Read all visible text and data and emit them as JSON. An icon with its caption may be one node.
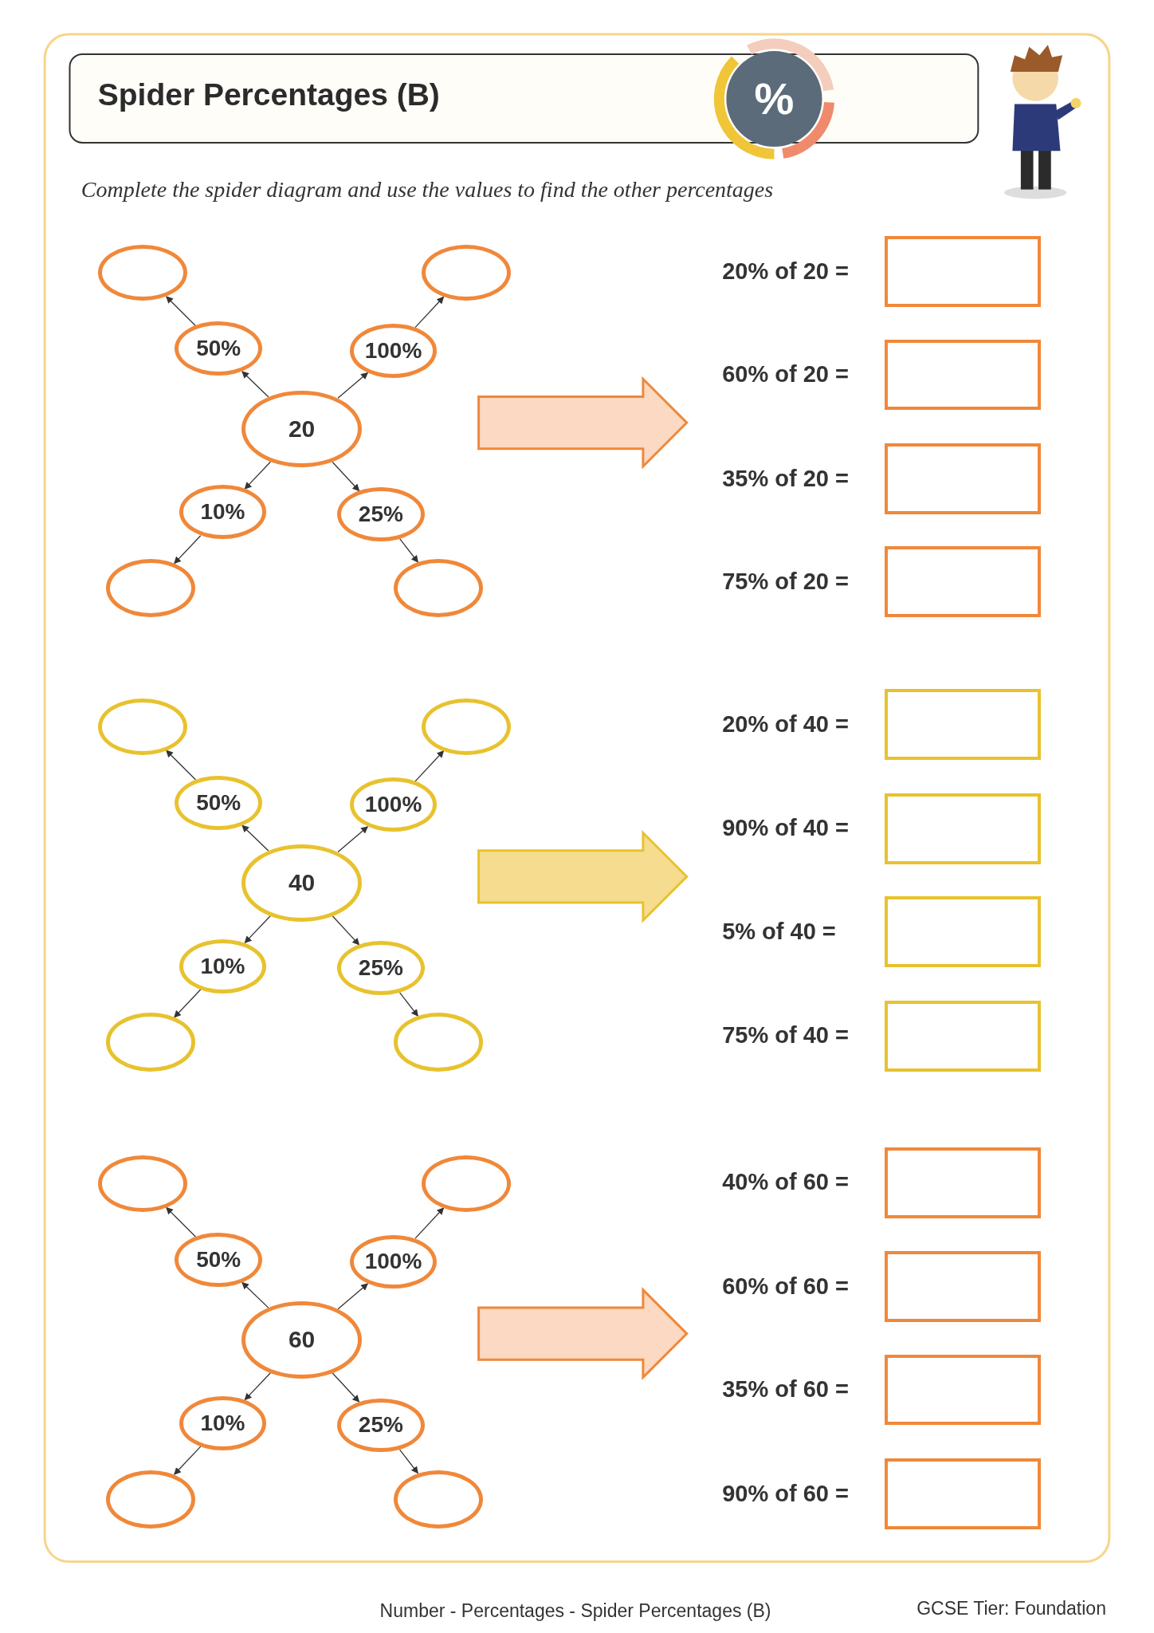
{
  "diagram": {
    "title": "Spider Percentages (B)",
    "nodes": [
      {
        "text": [
          "20"
        ]
      },
      {
        "text": [
          "50%"
        ]
      },
      {
        "text": [
          "100%"
        ]
      },
      {
        "text": [
          "10%"
        ]
      },
      {
        "text": [
          "25%"
        ]
      },
      {
        "text": [],
        "shape": "ellipse"
      },
      {
        "text": [],
        "shape": "ellipse"
      },
      {
        "text": [],
        "shape": "ellipse"
      },
      {
        "text": [],
        "shape": "ellipse"
      },
      {
        "text": [
          "40"
        ]
      },
      {
        "text": [
          "50%"
        ]
      },
      {
        "text": [
          "100%"
        ]
      },
      {
        "text": [
          "10%"
        ]
      },
      {
        "text": [
          "25%"
        ]
      },
      {
        "text": [],
        "shape": "ellipse"
      },
      {
        "text": [],
        "shape": "ellipse"
      },
      {
        "text": [],
        "shape": "ellipse"
      },
      {
        "text": [],
        "shape": "ellipse"
      },
      {
        "text": [
          "60"
        ]
      },
      {
        "text": [
          "50%"
        ]
      },
      {
        "text": [
          "100%"
        ]
      },
      {
        "text": [
          "10%"
        ]
      },
      {
        "text": [
          "25%"
        ]
      },
      {
        "text": [],
        "shape": "ellipse"
      },
      {
        "text": [],
        "shape": "ellipse"
      },
      {
        "text": [],
        "shape": "ellipse"
      },
      {
        "text": [],
        "shape": "ellipse"
      }
    ],
    "edges": [
      {
        "from": 0,
        "to": 1,
        "arrow": "to"
      },
      {
        "from": 0,
        "to": 2,
        "arrow": "to"
      },
      {
        "from": 0,
        "to": 3,
        "arrow": "to"
      },
      {
        "from": 0,
        "to": 4,
        "arrow": "to"
      },
      {
        "from": 1,
        "to": 5,
        "arrow": "to"
      },
      {
        "from": 2,
        "to": 6,
        "arrow": "to"
      },
      {
        "from": 3,
        "to": 7,
        "arrow": "to"
      },
      {
        "from": 4,
        "to": 8,
        "arrow": "to"
      },
      {
        "from": 9,
        "to": 10,
        "arrow": "to"
      },
      {
        "from": 9,
        "to": 11,
        "arrow": "to"
      },
      {
        "from": 9,
        "to": 12,
        "arrow": "to"
      },
      {
        "from": 9,
        "to": 13,
        "arrow": "to"
      },
      {
        "from": 10,
        "to": 14,
        "arrow": "to"
      },
      {
        "from": 11,
        "to": 15,
        "arrow": "to"
      },
      {
        "from": 12,
        "to": 16,
        "arrow": "to"
      },
      {
        "from": 13,
        "to": 17,
        "arrow": "to"
      },
      {
        "from": 18,
        "to": 19,
        "arrow": "to"
      },
      {
        "from": 18,
        "to": 20,
        "arrow": "to"
      },
      {
        "from": 18,
        "to": 21,
        "arrow": "to"
      },
      {
        "from": 18,
        "to": 22,
        "arrow": "to"
      },
      {
        "from": 19,
        "to": 23,
        "arrow": "to"
      },
      {
        "from": 20,
        "to": 24,
        "arrow": "to"
      },
      {
        "from": 21,
        "to": 25,
        "arrow": "to"
      },
      {
        "from": 22,
        "to": 26,
        "arrow": "to"
      }
    ],
    "labels": [
      "%",
      "Complete the spider diagram and use the values to find the other percentages",
      "20% of 20 =",
      "60% of 20 =",
      "35% of 20 =",
      "75% of 20 =",
      "20% of 40 =",
      "90% of 40 =",
      "5% of 40 =",
      "75% of 40 =",
      "40% of 60 =",
      "60% of 60 =",
      "35% of 60 =",
      "90% of 60 =",
      "Number - Percentages - Spider Percentages (B)",
      "GCSE Tier: Foundation"
    ]
  }
}
